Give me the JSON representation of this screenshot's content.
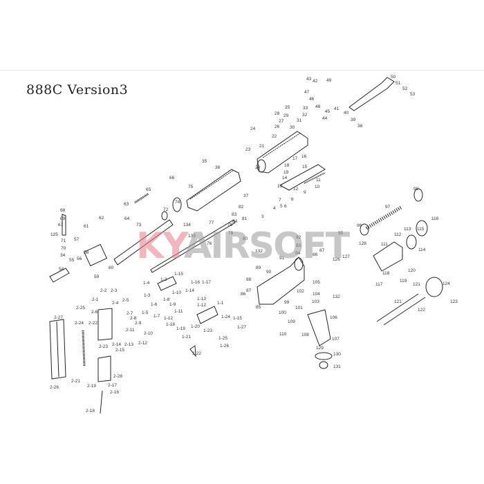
{
  "title": "888C Version3",
  "watermark": {
    "brand_a": "KY",
    "brand_b": "AIRSOFT",
    "color_a": "#e87c8a",
    "color_b": "#9a9a9a"
  },
  "labels": [
    "43",
    "42",
    "49",
    "47",
    "46",
    "48",
    "45",
    "44",
    "41",
    "40",
    "39",
    "38",
    "50",
    "51",
    "52",
    "53",
    "25",
    "33",
    "28",
    "29",
    "32",
    "27",
    "31",
    "26",
    "30",
    "24",
    "22",
    "21",
    "23",
    "20",
    "17",
    "16",
    "18",
    "15",
    "19",
    "14",
    "11",
    "13",
    "12",
    "9",
    "10",
    "7",
    "8",
    "5",
    "6",
    "4",
    "3",
    "82",
    "81",
    "83",
    "84",
    "80",
    "37",
    "35",
    "36",
    "66",
    "65",
    "75",
    "74",
    "63",
    "72",
    "62",
    "64",
    "73",
    "61",
    "134",
    "77",
    "78",
    "79",
    "133",
    "76",
    "68",
    "69",
    "67",
    "125",
    "57",
    "71",
    "70",
    "34",
    "58",
    "55",
    "56",
    "54",
    "60",
    "59",
    "132",
    "132",
    "98",
    "97",
    "96",
    "95",
    "128",
    "127",
    "126",
    "116",
    "113",
    "115",
    "112",
    "111",
    "114",
    "92",
    "93",
    "94",
    "87",
    "86",
    "91",
    "89",
    "90",
    "88",
    "87",
    "86",
    "85",
    "105",
    "102",
    "104",
    "103",
    "99",
    "101",
    "100",
    "106",
    "109",
    "110",
    "108",
    "107",
    "129",
    "130",
    "131",
    "118",
    "117",
    "120",
    "119",
    "121",
    "124",
    "123",
    "121",
    "122",
    "1-4",
    "1-2",
    "1-15",
    "1-3",
    "1-16",
    "1-17",
    "1-10",
    "1-14",
    "1-8",
    "1-13",
    "1-6",
    "1-9",
    "1-12",
    "1-1",
    "1-5",
    "1-11",
    "1-7",
    "1-12",
    "1-18",
    "1-24",
    "1-15",
    "1-27",
    "1-19",
    "1-20",
    "1-23",
    "1-25",
    "1-21",
    "1-26",
    "1-22",
    "2-2",
    "2-3",
    "2-1",
    "2-4",
    "2-5",
    "2-25",
    "2-6",
    "2-7",
    "2-8",
    "2-27",
    "2-24",
    "2-22",
    "2-9",
    "2-11",
    "2-10",
    "2-14",
    "2-13",
    "2-12",
    "2-23",
    "2-15",
    "2-28",
    "2-21",
    "2-26",
    "2-19",
    "2-17",
    "2-16",
    "2-18"
  ]
}
